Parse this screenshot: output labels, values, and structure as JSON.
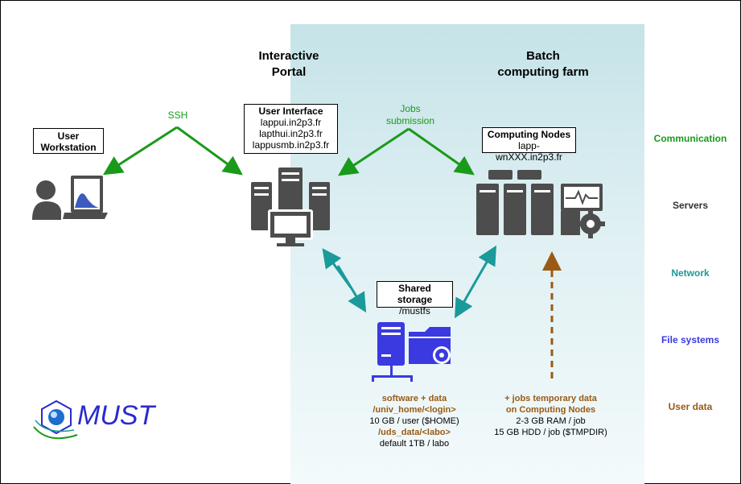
{
  "columns": {
    "portal": [
      "Interactive",
      "Portal"
    ],
    "farm": [
      "Batch",
      "computing farm"
    ]
  },
  "boxes": {
    "workstation": [
      "User",
      "Workstation"
    ],
    "ui_title": "User Interface",
    "ui_hosts": [
      "lappui.in2p3.fr",
      "lapthui.in2p3.fr",
      "lappusmb.in2p3.fr"
    ],
    "nodes_title": "Computing Nodes",
    "nodes_host": "lapp-wnXXX.in2p3.fr",
    "storage_title": "Shared storage",
    "storage_path": "/mustfs"
  },
  "links": {
    "ssh": "SSH",
    "jobs": [
      "Jobs",
      "submission"
    ]
  },
  "layers": {
    "communication": "Communication",
    "servers": "Servers",
    "network": "Network",
    "filesystems": "File systems",
    "userdata": "User data"
  },
  "storage_info": {
    "line1": "software + data",
    "line2": "/univ_home/<login>",
    "line3": "10 GB / user ($HOME)",
    "line4": "/uds_data/<labo>",
    "line5": "default 1TB / labo"
  },
  "jobs_info": {
    "line1": "+ jobs temporary data",
    "line2": "on Computing Nodes",
    "line3": "2-3 GB RAM / job",
    "line4": "15 GB HDD / job ($TMPDIR)"
  },
  "logo": "MUST",
  "colors": {
    "communication": "#1a9a1a",
    "network": "#1a9a9a",
    "filesystems": "#3a3ae0",
    "userdata": "#9a5a14",
    "server_gray": "#4d4d4d",
    "storage_blue": "#3a3ae0"
  }
}
